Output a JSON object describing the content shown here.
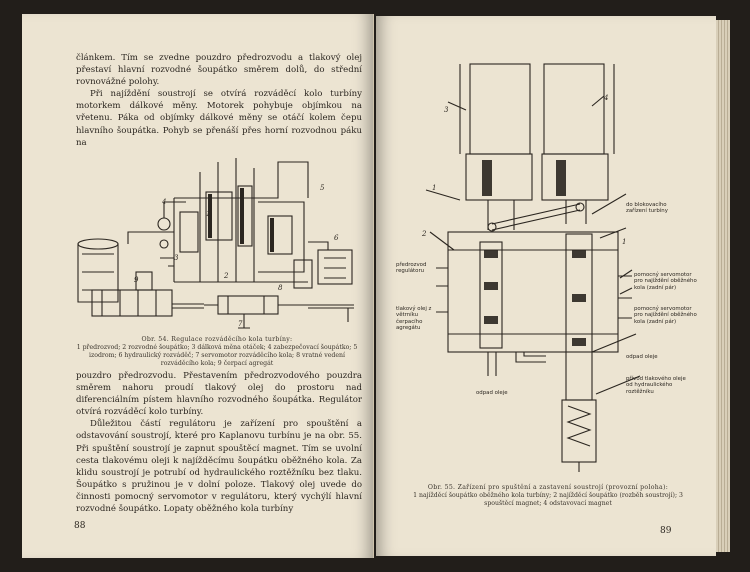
{
  "left_page": {
    "para1": "článkem. Tím se zvedne pouzdro předrozvodu a tlakový olej přestaví hlavní rozvodné šoupátko směrem dolů, do střední rovnovážné polohy.",
    "para2": "Při najíždění soustrojí se otvírá rozváděcí kolo turbíny motorkem dálkové měny. Motorek pohybuje objímkou na vřetenu. Páka od objímky dálkové měny se otáčí kolem čepu hlavního šoupátka. Pohyb se přenáší přes horní rozvodnou páku na",
    "figure_labels": [
      "1",
      "2",
      "3",
      "4",
      "5",
      "6",
      "7",
      "8",
      "9"
    ],
    "caption_title": "Obr. 54. Regulace rozváděcího kola turbíny:",
    "caption_text": "1 předrozvod; 2 rozvodné šoupátko; 3 dálková měna otáček; 4 zabezpečovací šoupátko; 5 izodrom; 6 hydraulický rozváděč; 7 servomotor rozváděcího kola; 8 vratné vedení rozváděcího kola; 9 čerpací agregát",
    "para3": "pouzdro předrozvodu. Přestavením předrozvodového pouzdra směrem nahoru proudí tlakový olej do prostoru nad diferenciálním pístem hlavního rozvodného šoupátka. Regulátor otvírá rozváděcí kolo turbíny.",
    "para4": "Důležitou částí regulátoru je zařízení pro spouštění a odstavování soustrojí, které pro Kaplanovu turbínu je na obr. 55. Při spuštění soustrojí je zapnut spouštěcí magnet. Tím se uvolní cesta tlakovému oleji k najížděcímu šoupátku oběžného kola. Za klidu soustrojí je potrubí od hydraulického roztěžníku bez tlaku. Šoupátko s pružinou je v dolní poloze. Tlakový olej uvede do činnosti pomocný servomotor v regulátoru, který vychýlí hlavní rozvodné šoupátko. Lopaty oběžného kola turbíny",
    "page_number": "88"
  },
  "right_page": {
    "figure_numbers": [
      "3",
      "1",
      "2",
      "4",
      "1"
    ],
    "labels": {
      "l1": "do blokovacího zařízení turbíny",
      "l2": "předrozvod regulátoru",
      "l3": "tlakový olej z větrníku čerpacího agregátu",
      "l4": "pomocný servomotor pro najíždění oběžného kola (zadní pár)",
      "l5": "pomocný servomotor pro najíždění oběžného kola (zadní pár)",
      "l6": "odpad oleje",
      "l7": "odpad oleje",
      "l8": "přívod tlakového oleje od hydraulického roztěžníku"
    },
    "caption_title": "Obr. 55. Zařízení pro spuštění a zastavení soustrojí (provozní poloha):",
    "caption_text": "1 najížděcí šoupátko oběžného kola turbíny; 2 najížděcí šoupátko (rozběh soustrojí); 3 spouštěcí magnet; 4 odstavovací magnet",
    "page_number": "89"
  },
  "colors": {
    "paper": "#ece4d2",
    "ink": "#2b2620",
    "background": "#221e1a"
  }
}
